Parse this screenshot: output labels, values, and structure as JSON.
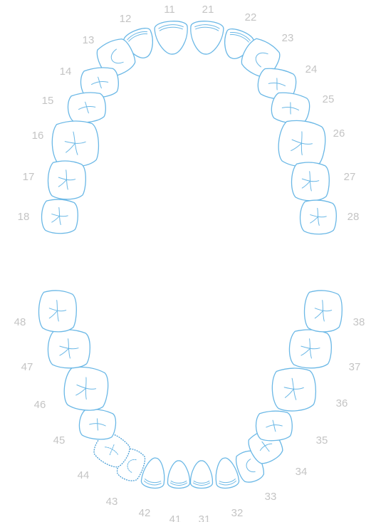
{
  "teeth_upper": [
    {
      "id": "11",
      "type": "incisor",
      "selected": false
    },
    {
      "id": "12",
      "type": "incisor",
      "selected": false
    },
    {
      "id": "13",
      "type": "canine",
      "selected": false
    },
    {
      "id": "14",
      "type": "premolar",
      "selected": false
    },
    {
      "id": "15",
      "type": "premolar",
      "selected": false
    },
    {
      "id": "16",
      "type": "molar",
      "selected": false
    },
    {
      "id": "17",
      "type": "molar",
      "selected": false
    },
    {
      "id": "18",
      "type": "molar",
      "selected": false
    },
    {
      "id": "21",
      "type": "incisor",
      "selected": false
    },
    {
      "id": "22",
      "type": "incisor",
      "selected": false
    },
    {
      "id": "23",
      "type": "canine",
      "selected": false
    },
    {
      "id": "24",
      "type": "premolar",
      "selected": false
    },
    {
      "id": "25",
      "type": "premolar",
      "selected": false
    },
    {
      "id": "26",
      "type": "molar",
      "selected": false
    },
    {
      "id": "27",
      "type": "molar",
      "selected": false
    },
    {
      "id": "28",
      "type": "molar",
      "selected": false
    }
  ],
  "teeth_lower": [
    {
      "id": "31",
      "type": "incisor",
      "selected": false
    },
    {
      "id": "32",
      "type": "incisor",
      "selected": false
    },
    {
      "id": "33",
      "type": "canine",
      "selected": false
    },
    {
      "id": "34",
      "type": "premolar",
      "selected": false
    },
    {
      "id": "35",
      "type": "premolar",
      "selected": false
    },
    {
      "id": "36",
      "type": "molar",
      "selected": false
    },
    {
      "id": "37",
      "type": "molar",
      "selected": false
    },
    {
      "id": "38",
      "type": "molar",
      "selected": false
    },
    {
      "id": "41",
      "type": "incisor",
      "selected": false
    },
    {
      "id": "42",
      "type": "incisor",
      "selected": false
    },
    {
      "id": "43",
      "type": "canine",
      "selected": true
    },
    {
      "id": "44",
      "type": "premolar",
      "selected": true
    },
    {
      "id": "45",
      "type": "premolar",
      "selected": false
    },
    {
      "id": "46",
      "type": "molar",
      "selected": false
    },
    {
      "id": "47",
      "type": "molar",
      "selected": false
    },
    {
      "id": "48",
      "type": "molar",
      "selected": false
    }
  ],
  "colors": {
    "outline": "#6bb8e6",
    "label": "#c4c4c4",
    "selected": "#4a9fd6"
  }
}
